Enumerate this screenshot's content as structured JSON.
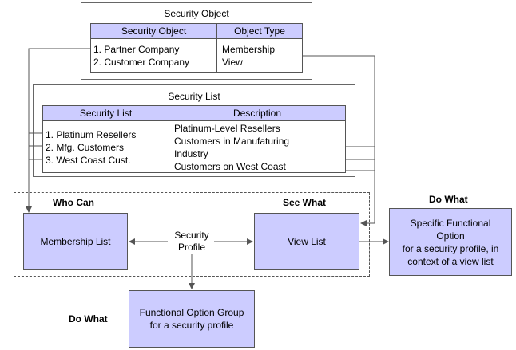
{
  "security_object": {
    "title": "Security Object",
    "col1_header": "Security Object",
    "col2_header": "Object Type",
    "rows": [
      {
        "name": "1. Partner Company",
        "type": "Membership"
      },
      {
        "name": "2. Customer Company",
        "type": "View"
      }
    ]
  },
  "security_list": {
    "title": "Security List",
    "col1_header": "Security List",
    "col2_header": "Description",
    "items": [
      "1. Platinum Resellers",
      "2. Mfg. Customers",
      "3. West Coast Cust."
    ],
    "descriptions": [
      "Platinum-Level Resellers",
      "Customers in Manufaturing",
      "Industry",
      "Customers on West Coast"
    ]
  },
  "labels": {
    "who_can": "Who Can",
    "see_what": "See What",
    "do_what_right": "Do What",
    "do_what_bottom": "Do What"
  },
  "nodes": {
    "membership_list": "Membership List",
    "view_list": "View List",
    "security_profile_line1": "Security",
    "security_profile_line2": "Profile",
    "specific_option": [
      "Specific Functional",
      "Option",
      "for a security profile, in",
      "context of a view list"
    ],
    "functional_group": [
      "Functional Option Group",
      "for a security profile"
    ]
  },
  "colors": {
    "node_fill": "#ccccff",
    "border": "#555555"
  }
}
